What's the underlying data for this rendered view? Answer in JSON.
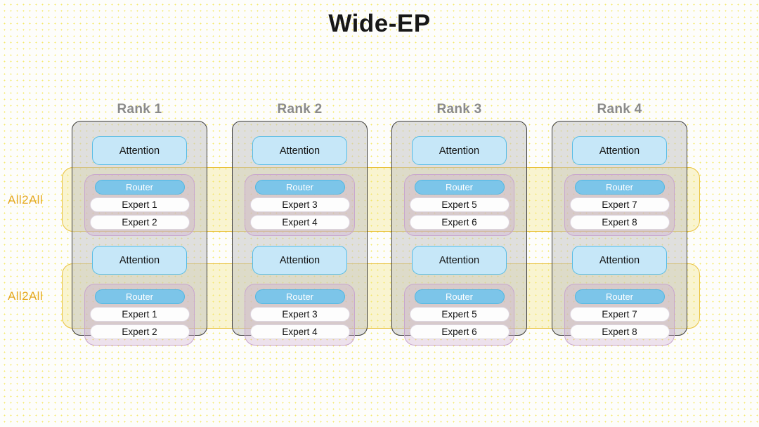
{
  "title": "Wide-EP",
  "colors": {
    "background": "#fdfdfb",
    "dot_pattern": "#f5e96a",
    "title_text": "#171717",
    "rank_label": "#8a8a8a",
    "rank_box_border": "#3c3c3c",
    "rank_box_fill": "#c4c4c4",
    "attention_fill": "#c6e7f8",
    "attention_border": "#57bde6",
    "router_fill": "#7cc5e9",
    "router_border": "#4fb7e2",
    "router_text": "#ffffff",
    "expert_fill": "#fdfdfd",
    "expert_border": "#ddd5e0",
    "moe_border": "#c9a6ce",
    "moe_fill": "#ceaad0",
    "all2all_band_border": "#e9c23d",
    "all2all_band_fill": "#f3e06e",
    "all2all_label": "#e5a821"
  },
  "all2all_bands": [
    {
      "label": "All2All"
    },
    {
      "label": "All2All"
    }
  ],
  "ranks": [
    {
      "label": "Rank 1",
      "layers": [
        {
          "attention": "Attention",
          "router": "Router",
          "experts": [
            "Expert 1",
            "Expert 2"
          ]
        },
        {
          "attention": "Attention",
          "router": "Router",
          "experts": [
            "Expert 1",
            "Expert 2"
          ]
        }
      ]
    },
    {
      "label": "Rank 2",
      "layers": [
        {
          "attention": "Attention",
          "router": "Router",
          "experts": [
            "Expert 3",
            "Expert 4"
          ]
        },
        {
          "attention": "Attention",
          "router": "Router",
          "experts": [
            "Expert 3",
            "Expert 4"
          ]
        }
      ]
    },
    {
      "label": "Rank 3",
      "layers": [
        {
          "attention": "Attention",
          "router": "Router",
          "experts": [
            "Expert 5",
            "Expert 6"
          ]
        },
        {
          "attention": "Attention",
          "router": "Router",
          "experts": [
            "Expert 5",
            "Expert 6"
          ]
        }
      ]
    },
    {
      "label": "Rank 4",
      "layers": [
        {
          "attention": "Attention",
          "router": "Router",
          "experts": [
            "Expert 7",
            "Expert 8"
          ]
        },
        {
          "attention": "Attention",
          "router": "Router",
          "experts": [
            "Expert 7",
            "Expert 8"
          ]
        }
      ]
    }
  ]
}
